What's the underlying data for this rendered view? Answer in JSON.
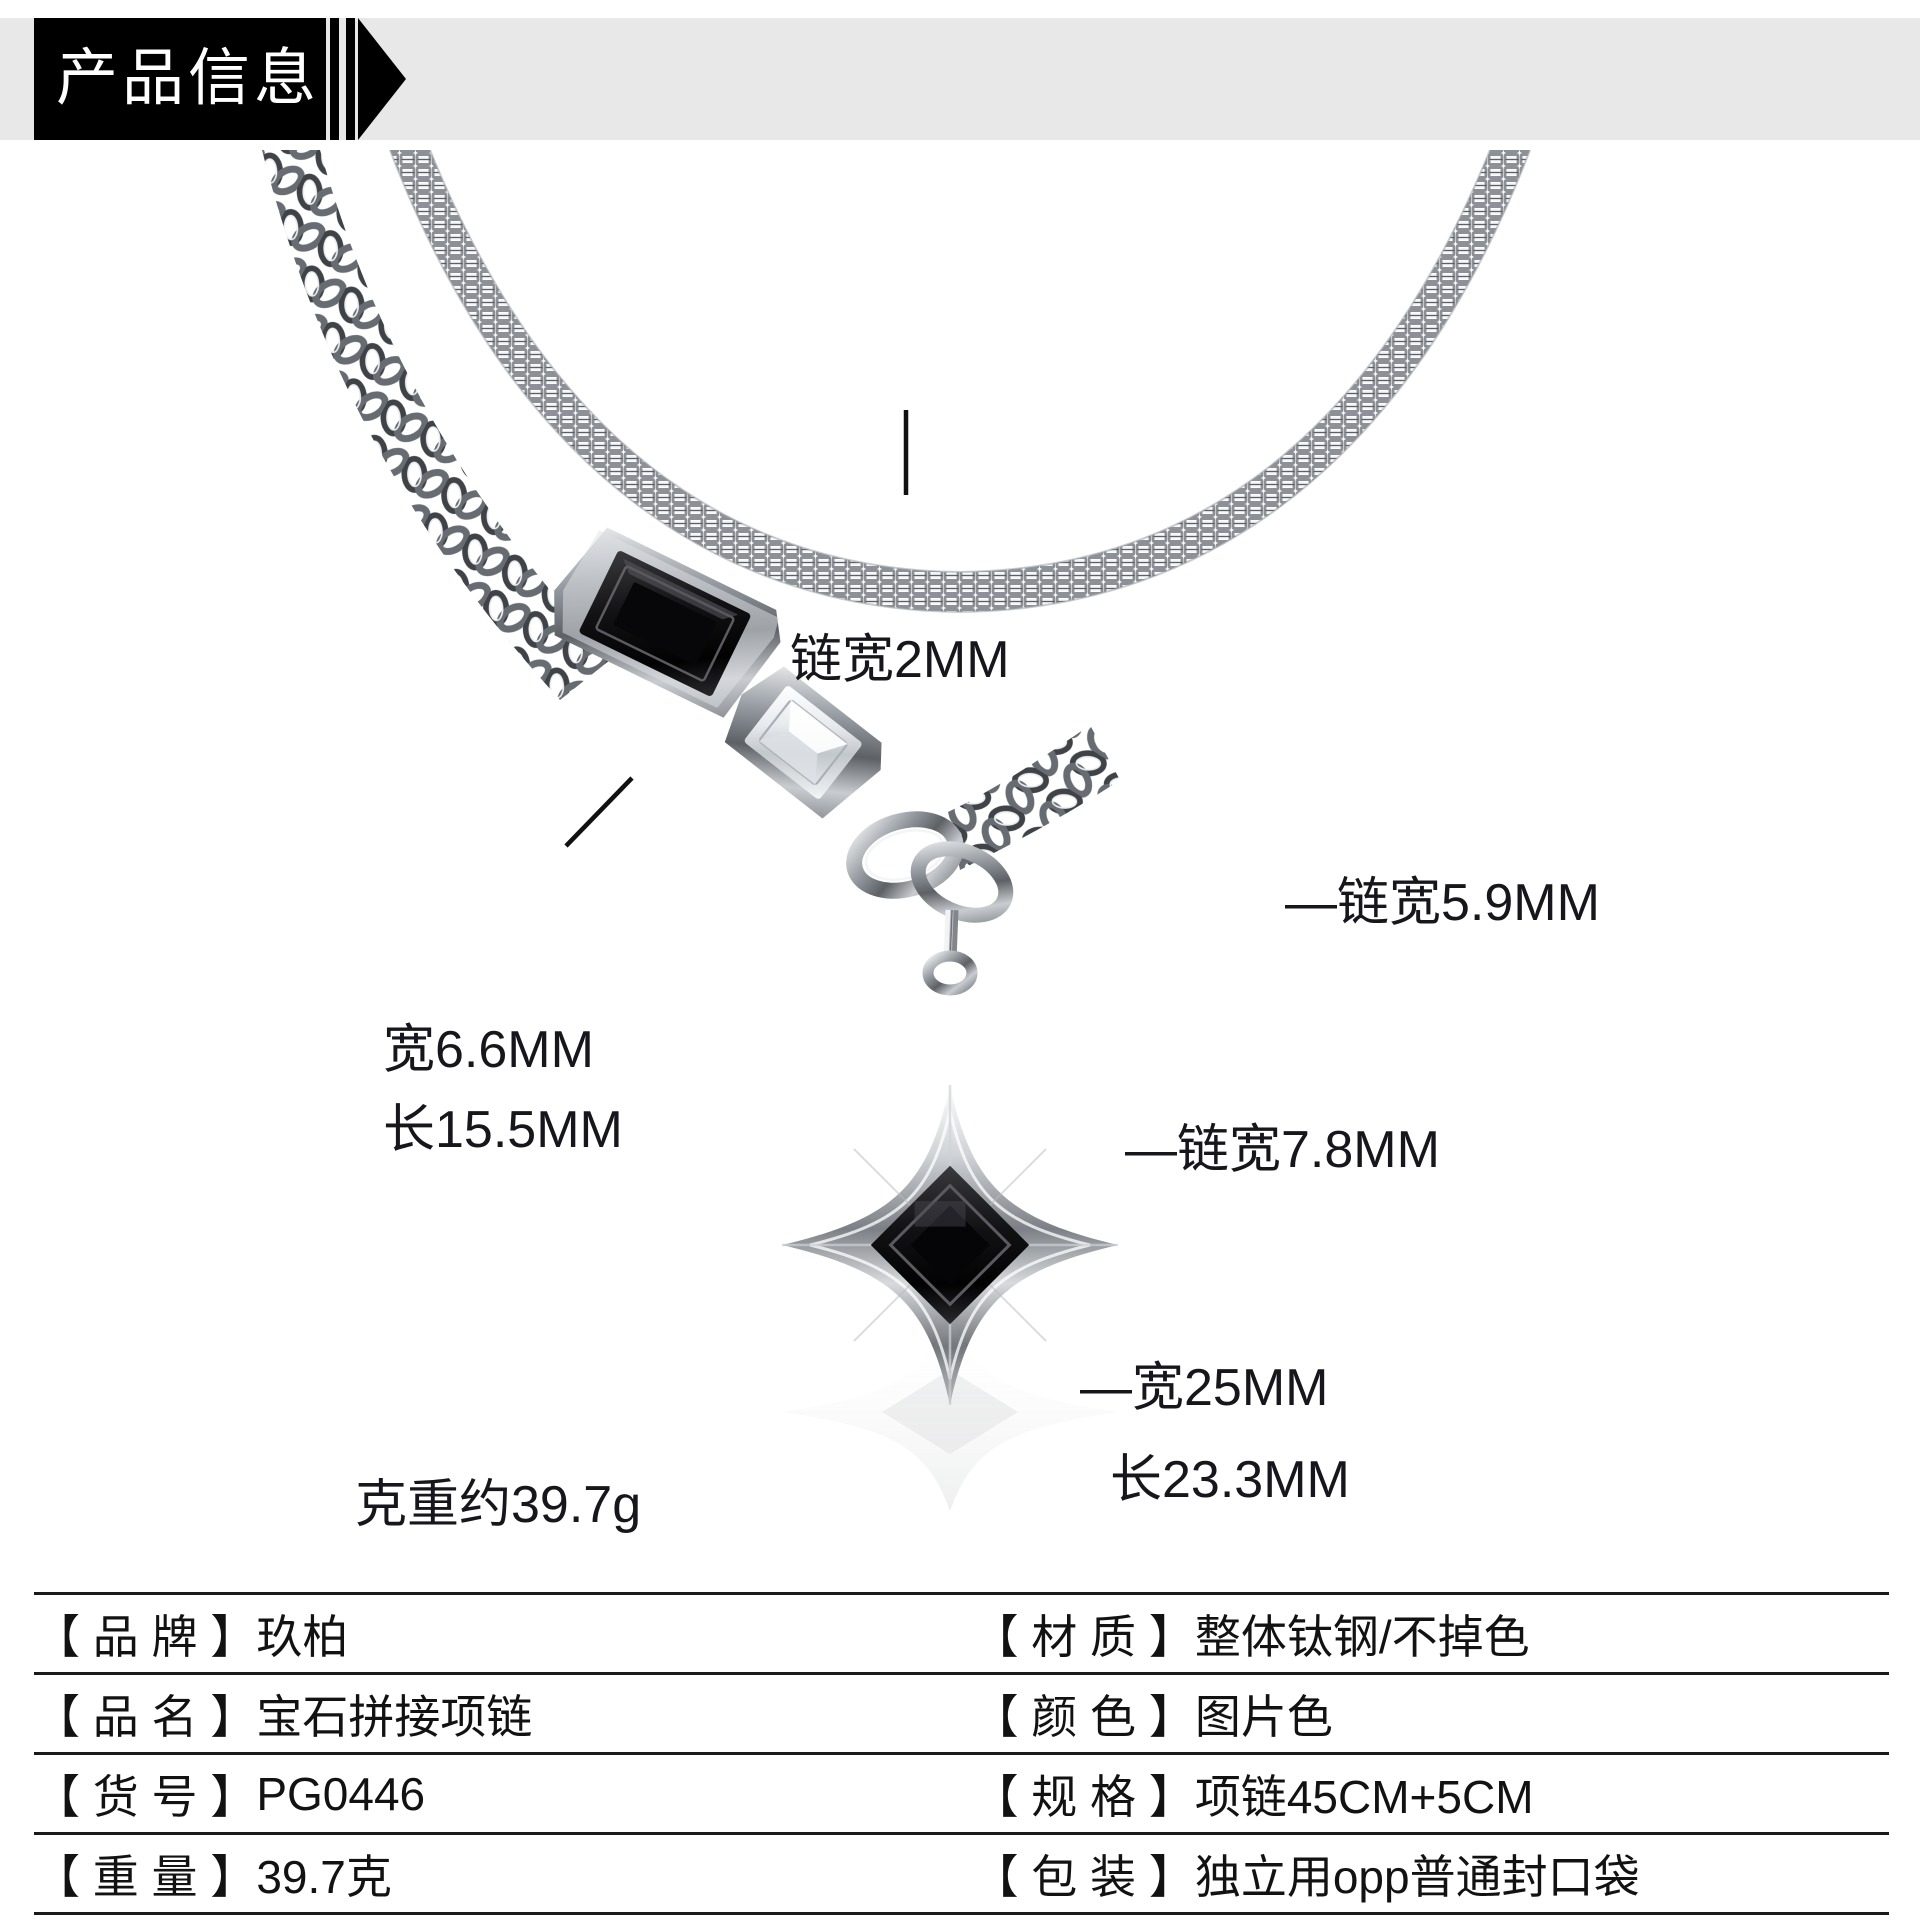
{
  "header": {
    "title": "产品信息",
    "bar_color": "#000000",
    "background_color": "#e8e8e8",
    "title_color": "#ffffff"
  },
  "product_photo": {
    "description": "双层项链：细盒子链与粗古巴链，黑色长方形宝石、白色透明宝石及四角星吊坠",
    "annotations": [
      {
        "name": "thin-chain-width",
        "text": "链宽2MM",
        "leader": "vertical"
      },
      {
        "name": "curb-chain-width",
        "text": "链宽5.9MM",
        "leader": "dash-left"
      },
      {
        "name": "thick-chain-width",
        "text": "链宽7.8MM",
        "leader": "dash-left"
      },
      {
        "name": "gem-width",
        "text": "宽6.6MM",
        "leader": "diagonal"
      },
      {
        "name": "gem-length",
        "text": "长15.5MM",
        "leader": "none"
      },
      {
        "name": "pendant-width",
        "text": "宽25MM",
        "leader": "dash-left"
      },
      {
        "name": "pendant-length",
        "text": "长23.3MM",
        "leader": "none"
      },
      {
        "name": "gram-weight",
        "text": "克重约39.7g",
        "leader": "none"
      }
    ],
    "leader_dash": "—"
  },
  "spec_table": {
    "rows": [
      {
        "left_key": "【 品  牌 】",
        "left_val": "玖柏",
        "right_key": "【 材  质 】",
        "right_val": "整体钛钢/不掉色"
      },
      {
        "left_key": "【 品  名 】",
        "left_val": "宝石拼接项链",
        "right_key": "【 颜  色 】",
        "right_val": "图片色"
      },
      {
        "left_key": "【 货  号 】",
        "left_val": "PG0446",
        "right_key": "【 规  格 】",
        "right_val": "项链45CM+5CM"
      },
      {
        "left_key": "【 重  量 】",
        "left_val": "39.7克",
        "right_key": "【 包  装 】",
        "right_val": "独立用opp普通封口袋"
      }
    ]
  }
}
